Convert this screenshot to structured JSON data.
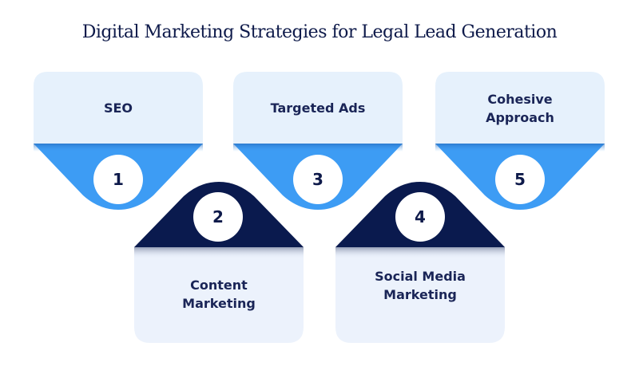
{
  "title": "Digital Marketing Strategies for Legal Lead Generation",
  "colors": {
    "light_box": "#e6f1fc",
    "bottom_box": "#ecf2fc",
    "accent_blue": "#3d9cf4",
    "navy": "#0a1a4e",
    "text": "#1a2557"
  },
  "steps": [
    {
      "number": "1",
      "label_lines": [
        "SEO"
      ],
      "position": "top"
    },
    {
      "number": "2",
      "label_lines": [
        "Content",
        "Marketing"
      ],
      "position": "bottom"
    },
    {
      "number": "3",
      "label_lines": [
        "Targeted Ads"
      ],
      "position": "top"
    },
    {
      "number": "4",
      "label_lines": [
        "Social Media",
        "Marketing"
      ],
      "position": "bottom"
    },
    {
      "number": "5",
      "label_lines": [
        "Cohesive",
        "Approach"
      ],
      "position": "top"
    }
  ]
}
